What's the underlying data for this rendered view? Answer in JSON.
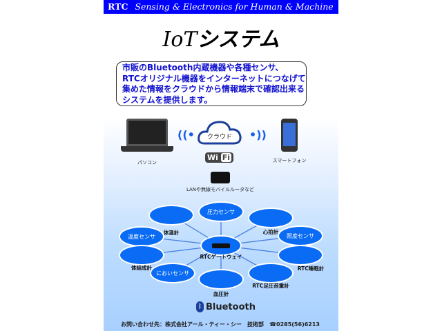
{
  "header": {
    "brand": "RTC",
    "tagline": "Sensing & Electronics for Human & Machine"
  },
  "title": {
    "latin": "IoT",
    "jp": "システム"
  },
  "intro": [
    "市販のBluetooth内蔵機器や各種センサ、",
    "RTCオリジナル機器をインターネットにつなげて",
    "集めた情報をクラウドから情報端末で確認出来る",
    "システムを提供します。"
  ],
  "cloud": {
    "label": "クラウド",
    "pc": "パソコン",
    "phone": "スマートフォン",
    "wifi_a": "Wi",
    "wifi_b": "Fi",
    "router": "LANや無線モバイルルータなど"
  },
  "nodes": {
    "pressure": "圧力センサ",
    "thermometer": "体温計",
    "heart": "心拍計",
    "temp": "温度センサ",
    "lux": "照度センサ",
    "gateway": "RTCゲートウェイ",
    "body": "体組成計",
    "sleep": "RTC睡眠計",
    "odor": "においセンサ",
    "bp": "血圧計",
    "foot": "RTC足圧荷重計"
  },
  "bluetooth": "Bluetooth",
  "footer": "お問い合わせ先：株式会社アール・ティー・シー　技術部　☎0285(56)6213",
  "colors": {
    "header": "#0000ff",
    "node": "#0a6cf5",
    "text": "#1010d0"
  }
}
